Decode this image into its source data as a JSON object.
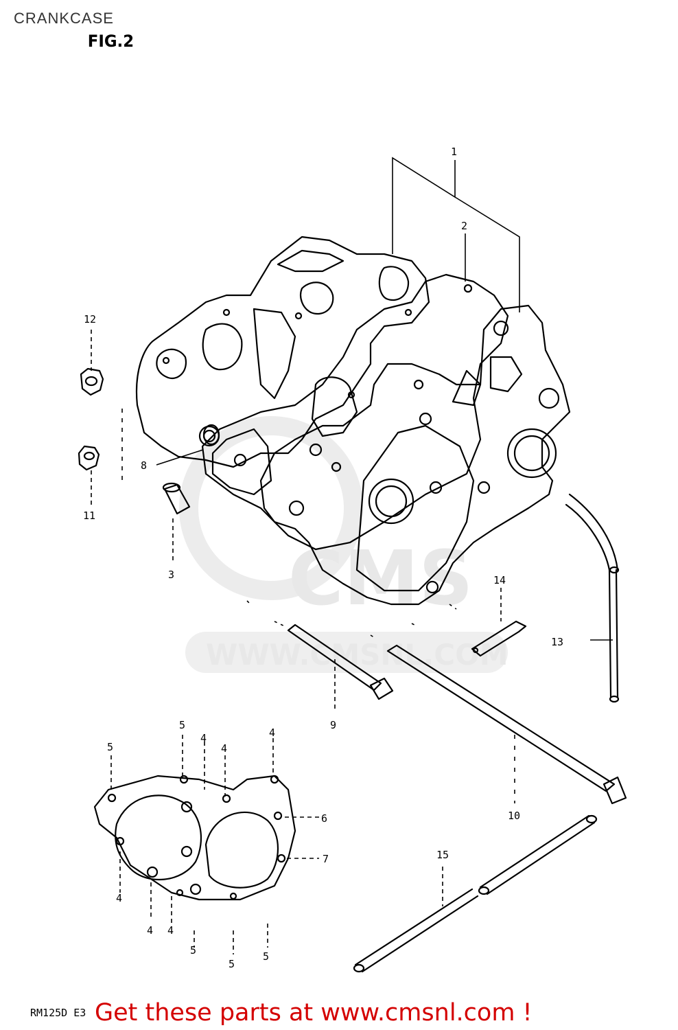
{
  "header": {
    "title": "CRANKCASE",
    "figure": "FIG.2"
  },
  "watermark": {
    "logo_text": "CMS",
    "url": "WWW.CMSNL.COM"
  },
  "callouts": {
    "n1": "1",
    "n2": "2",
    "n3": "3",
    "n8": "8",
    "n9": "9",
    "n10": "10",
    "n11": "11",
    "n12": "12",
    "n13": "13",
    "n14": "14",
    "n15": "15",
    "n6": "6",
    "n7": "7",
    "c5a": "5",
    "c5b": "5",
    "c4a": "4",
    "c4b": "4",
    "c4c": "4",
    "c4d": "4",
    "c4e": "4",
    "c4f": "4",
    "c5c": "5",
    "c5d": "5",
    "c5e": "5"
  },
  "footer": {
    "model_code": "RM125D E3",
    "promo_text": "Get these parts at www.cmsnl.com !"
  },
  "colors": {
    "line": "#000000",
    "promo": "#d40000",
    "watermark": "#e8e8e8"
  }
}
